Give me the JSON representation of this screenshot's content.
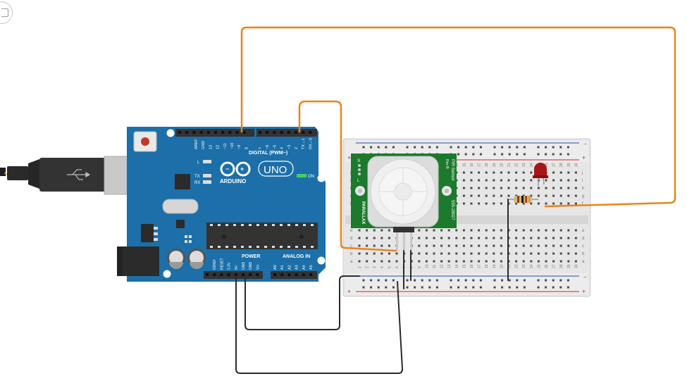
{
  "arduino": {
    "model_label": "UNO",
    "brand_label": "ARDUINO",
    "digital_label": "DIGITAL (PWM~)",
    "power_label": "POWER",
    "analog_label": "ANALOG IN",
    "on_label": "ON",
    "l_label": "L",
    "tx_label": "TX",
    "rx_label": "RX",
    "digital_pins": [
      "AREF",
      "GND",
      "13",
      "12",
      "~11",
      "~10",
      "~9",
      "8",
      "7",
      "~6",
      "~5",
      "4",
      "~3",
      "2",
      "TX→1",
      "RX←0"
    ],
    "power_pins": [
      "IOREF",
      "RESET",
      "3.3V",
      "5V",
      "GND",
      "GND",
      "Vin"
    ],
    "analog_pins": [
      "A0",
      "A1",
      "A2",
      "A3",
      "A4",
      "A5"
    ]
  },
  "pir_sensor": {
    "brand": "PARALLAX",
    "title": "PIR Sensor",
    "rev": "Rev B",
    "part": "555-28027",
    "pin_labels": [
      "S",
      "L"
    ]
  },
  "breadboard": {
    "column_numbers": [
      "1",
      "2",
      "3",
      "4",
      "5",
      "6",
      "7",
      "8",
      "9",
      "10",
      "11",
      "12",
      "13",
      "14",
      "15",
      "16",
      "17",
      "18",
      "19",
      "20",
      "21",
      "22",
      "23",
      "24",
      "25",
      "26",
      "27",
      "28",
      "29",
      "30"
    ],
    "row_letters_top": [
      "j",
      "i",
      "h",
      "g",
      "f"
    ],
    "row_letters_bottom": [
      "e",
      "d",
      "c",
      "b",
      "a"
    ],
    "rail_plus": "+",
    "rail_minus": "−"
  },
  "colors": {
    "board_blue": "#1c6fa8",
    "wire_orange": "#e8851d",
    "wire_black": "#2b2b2b",
    "pir_green": "#1b7a2c",
    "led_red": "#b01818"
  }
}
